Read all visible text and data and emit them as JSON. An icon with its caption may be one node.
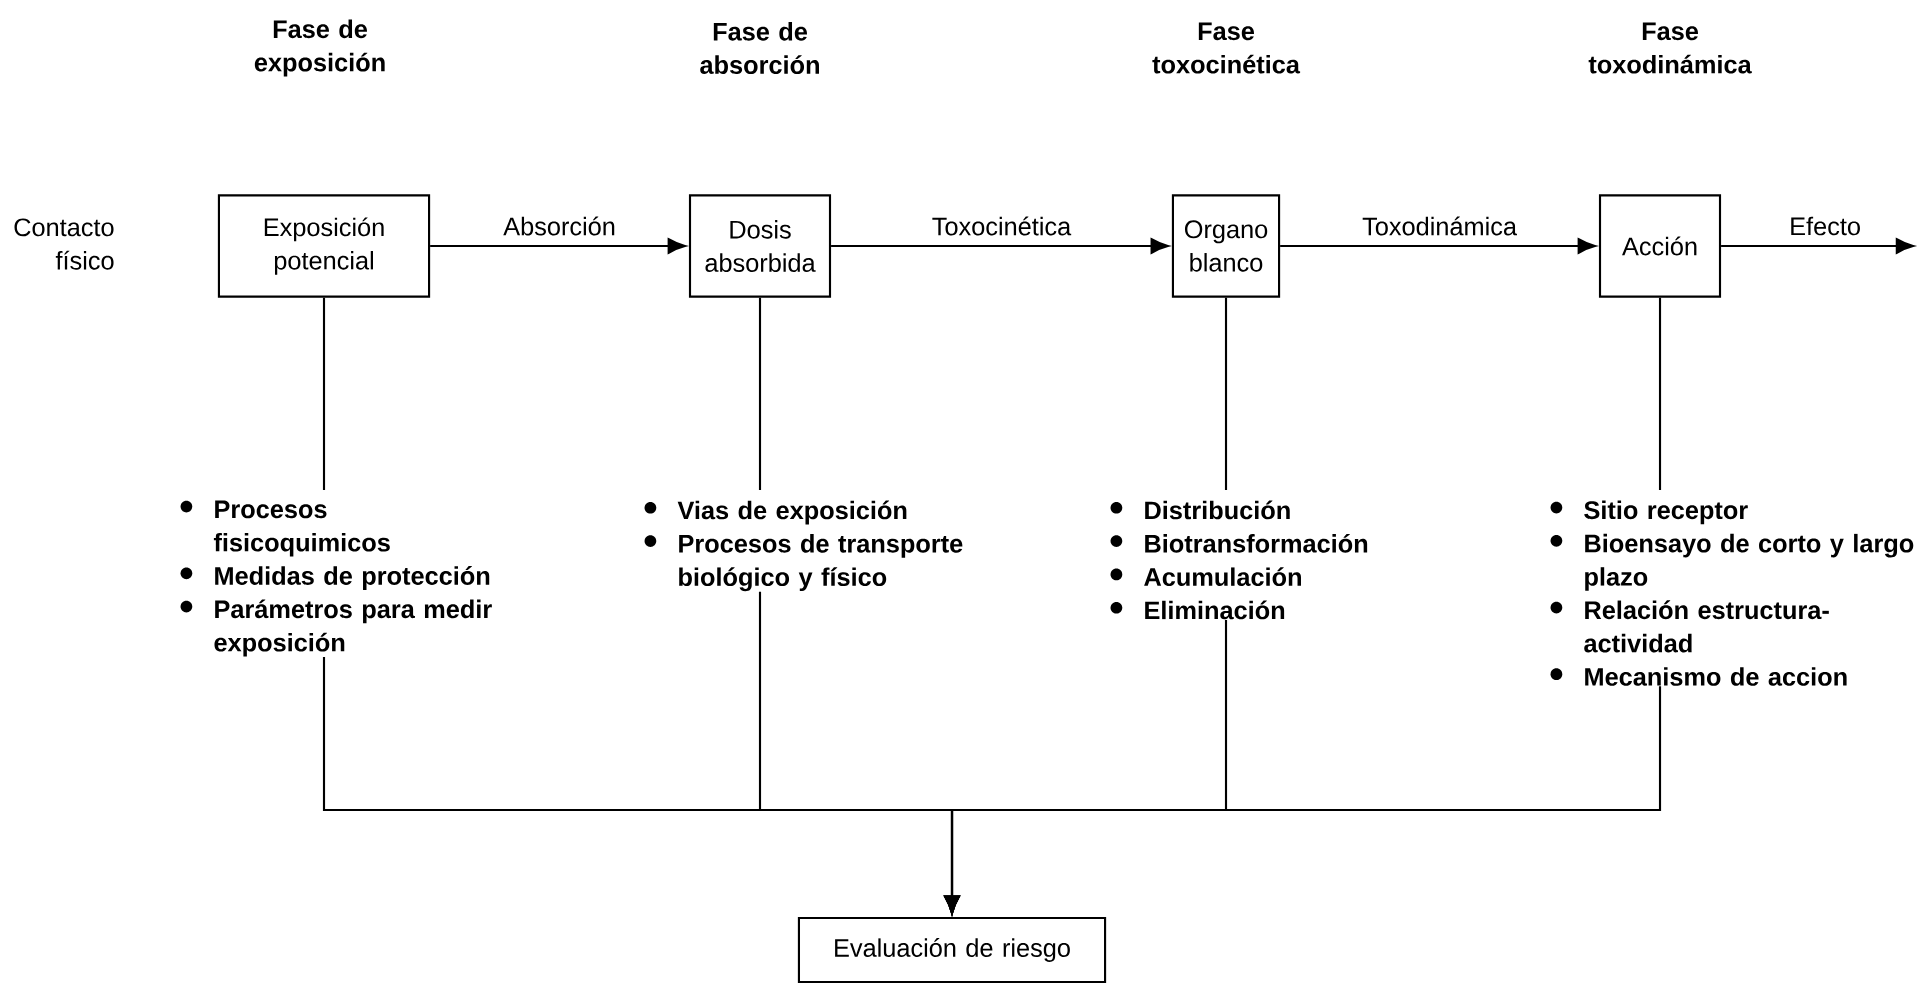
{
  "diagram": {
    "nodes": [
      {
        "text": [
          "Exposición potencial"
        ]
      },
      {
        "text": [
          "Dosis absorbida"
        ]
      },
      {
        "text": [
          "Organo blanco"
        ]
      },
      {
        "text": [
          "Acción"
        ]
      },
      {
        "text": [
          "Procesos fisicoquimicos",
          "Medidas de protección",
          "Parámetros para medir exposición"
        ]
      },
      {
        "text": [
          "Vias de exposición",
          "Procesos de transporte biológico y físico"
        ]
      },
      {
        "text": [
          "Distribución",
          "Biotransformación",
          "Acumulación",
          "Eliminación"
        ]
      },
      {
        "text": [
          "Sitio receptor",
          "Bioensayo de corto y largo plazo",
          "Relación estructura-actividad",
          "Mecanismo de accion"
        ]
      },
      {
        "text": [
          "Evaluación de riesgo"
        ]
      }
    ],
    "edges": [
      {
        "from": 0,
        "to": 1,
        "arrow": "to",
        "label": "Absorción"
      },
      {
        "from": 1,
        "to": 2,
        "arrow": "to",
        "label": "Toxocinética"
      },
      {
        "from": 2,
        "to": 3,
        "arrow": "to",
        "label": "Toxodinámica"
      },
      {
        "from": 3,
        "to": null,
        "arrow": "to",
        "label": "Efecto"
      },
      {
        "from": 0,
        "to": 4,
        "arrow": "none"
      },
      {
        "from": 1,
        "to": 5,
        "arrow": "none"
      },
      {
        "from": 2,
        "to": 6,
        "arrow": "none"
      },
      {
        "from": 3,
        "to": 7,
        "arrow": "none"
      },
      {
        "from": 4,
        "to": 8,
        "arrow": "to"
      },
      {
        "from": 5,
        "to": 8,
        "arrow": "to"
      },
      {
        "from": 6,
        "to": 8,
        "arrow": "to"
      },
      {
        "from": 7,
        "to": 8,
        "arrow": "to"
      }
    ],
    "labels": [
      "Fase de exposición",
      "Fase de absorción",
      "Fase toxocinética",
      "Fase toxodinámica",
      "Contacto físico"
    ]
  }
}
